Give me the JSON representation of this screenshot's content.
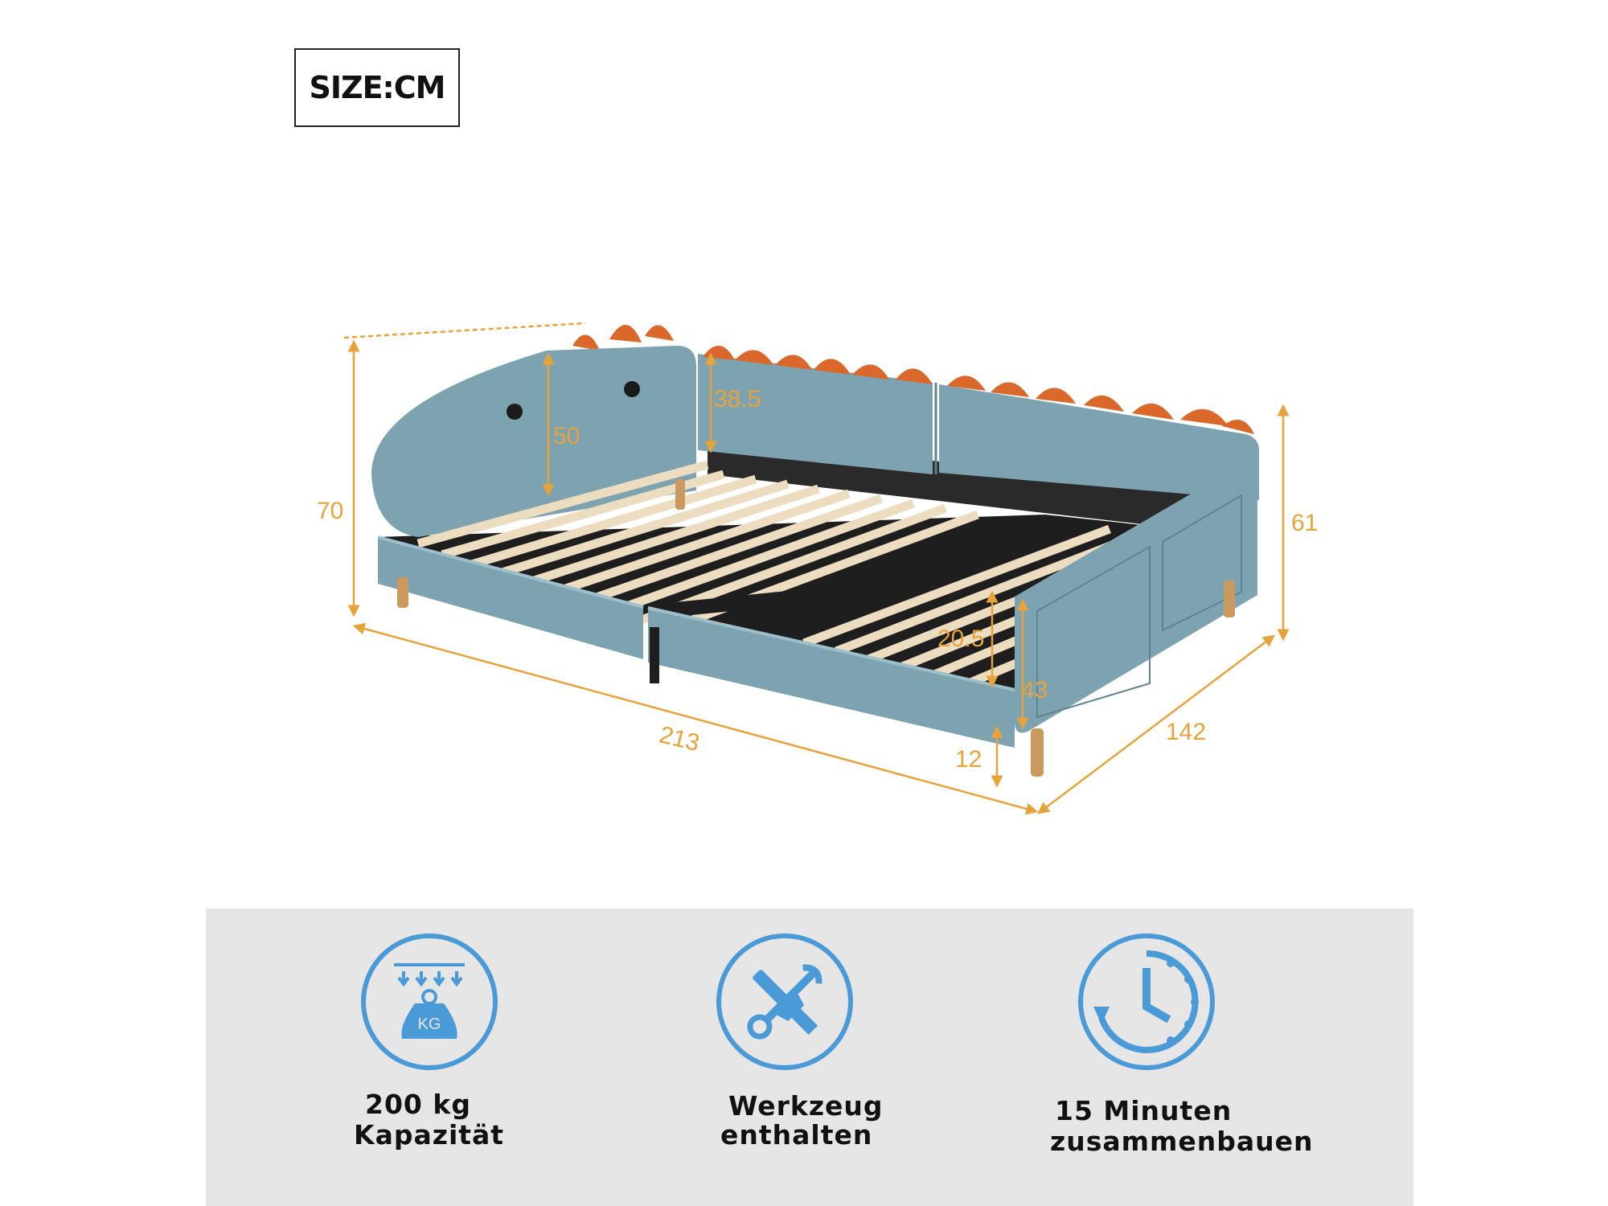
{
  "size_label": "SIZE:CM",
  "dimensions": {
    "total_height": "70",
    "headboard_height": "50",
    "backrest_height": "38.5",
    "footboard_height": "61",
    "rail_height": "20.5",
    "frame_height": "43",
    "leg_height": "12",
    "length": "213",
    "width": "142"
  },
  "features": [
    {
      "icon": "weight-icon",
      "icon_text": "KG",
      "line1": "200 kg",
      "line2": "Kapazität"
    },
    {
      "icon": "tools-icon",
      "line1": "Werkzeug",
      "line2": "enthalten"
    },
    {
      "icon": "clock-icon",
      "line1": "15 Minuten",
      "line2": "zusammenbauen"
    }
  ],
  "colors": {
    "dimension": "#e8a23a",
    "icon_blue": "#4a9ad8",
    "upholstery": "#7ea3b0",
    "spikes": "#d9682a",
    "slats": "#ecdcc0",
    "panel_bg": "#e6e6e6"
  }
}
